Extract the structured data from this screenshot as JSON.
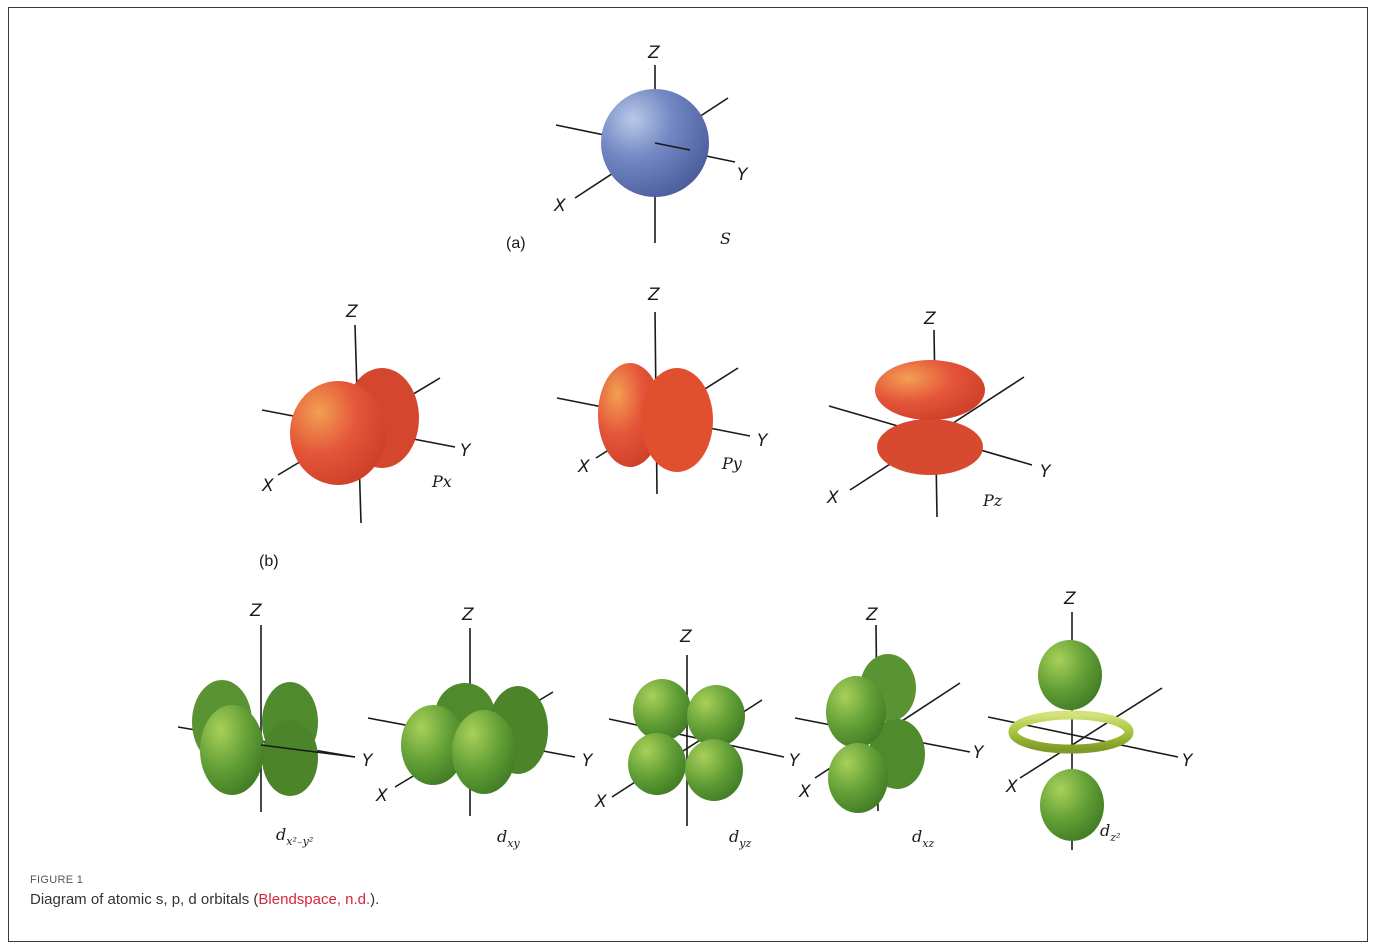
{
  "panels": {
    "a": "(a)",
    "b": "(b)"
  },
  "axes": {
    "x": "X",
    "y": "Y",
    "z": "Z"
  },
  "orbitals": {
    "s": "S",
    "px": "Px",
    "py": "Py",
    "pz": "Pz",
    "dx2y2": {
      "base": "d",
      "sub": "x²₋y²"
    },
    "dxy": {
      "base": "d",
      "sub": "xy"
    },
    "dyz": {
      "base": "d",
      "sub": "yz"
    },
    "dxz": {
      "base": "d",
      "sub": "xz"
    },
    "dz2": {
      "base": "d",
      "sub": "z²"
    }
  },
  "caption": {
    "label": "FIGURE 1",
    "text_before": "Diagram of atomic s, p, d orbitals (",
    "link": "Blendspace, n.d.",
    "text_after": ")."
  },
  "colors": {
    "s_orbital": "#5a70b0",
    "p_orbital": "#e5553a",
    "d_orbital": "#5e9a35",
    "torus": "#a8c640",
    "link": "#d6263b"
  }
}
